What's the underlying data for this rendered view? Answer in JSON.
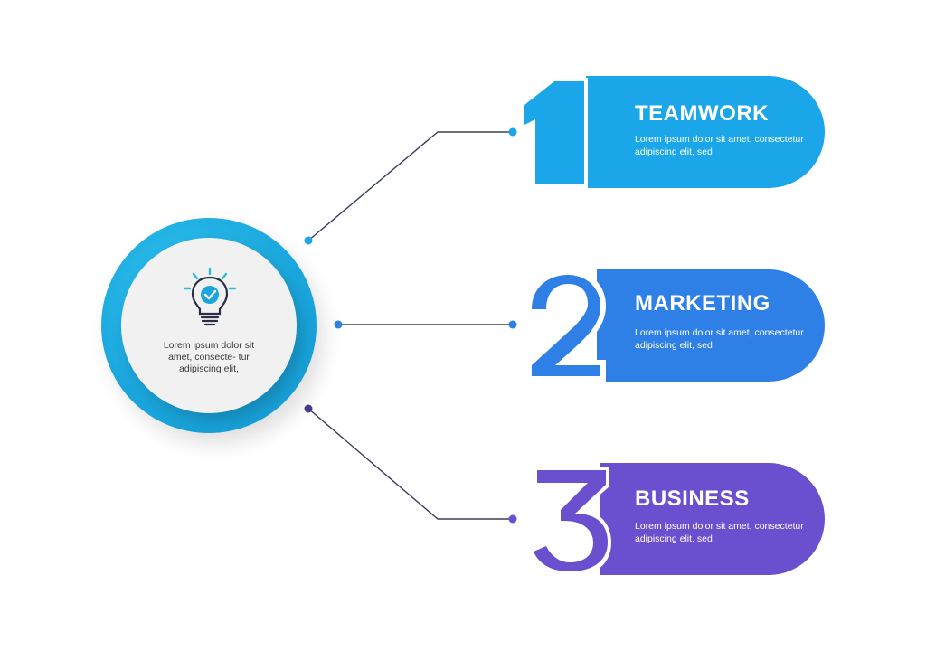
{
  "hub": {
    "text": "Lorem ipsum dolor sit amet, consecte- tur adipiscing elit,",
    "icon": "lightbulb-check-icon",
    "ring_color": "#1aa6dd"
  },
  "items": [
    {
      "number": "1",
      "title": "TEAMWORK",
      "text": "Lorem ipsum dolor sit amet, consectetur adipiscing elit, sed",
      "color": "#1aa6e8"
    },
    {
      "number": "2",
      "title": "MARKETING",
      "text": "Lorem ipsum dolor sit amet, consectetur adipiscing elit, sed",
      "color": "#2f80e6"
    },
    {
      "number": "3",
      "title": "BUSINESS",
      "text": "Lorem ipsum dolor sit amet, consectetur adipiscing elit, sed",
      "color": "#6a4fcf"
    }
  ]
}
